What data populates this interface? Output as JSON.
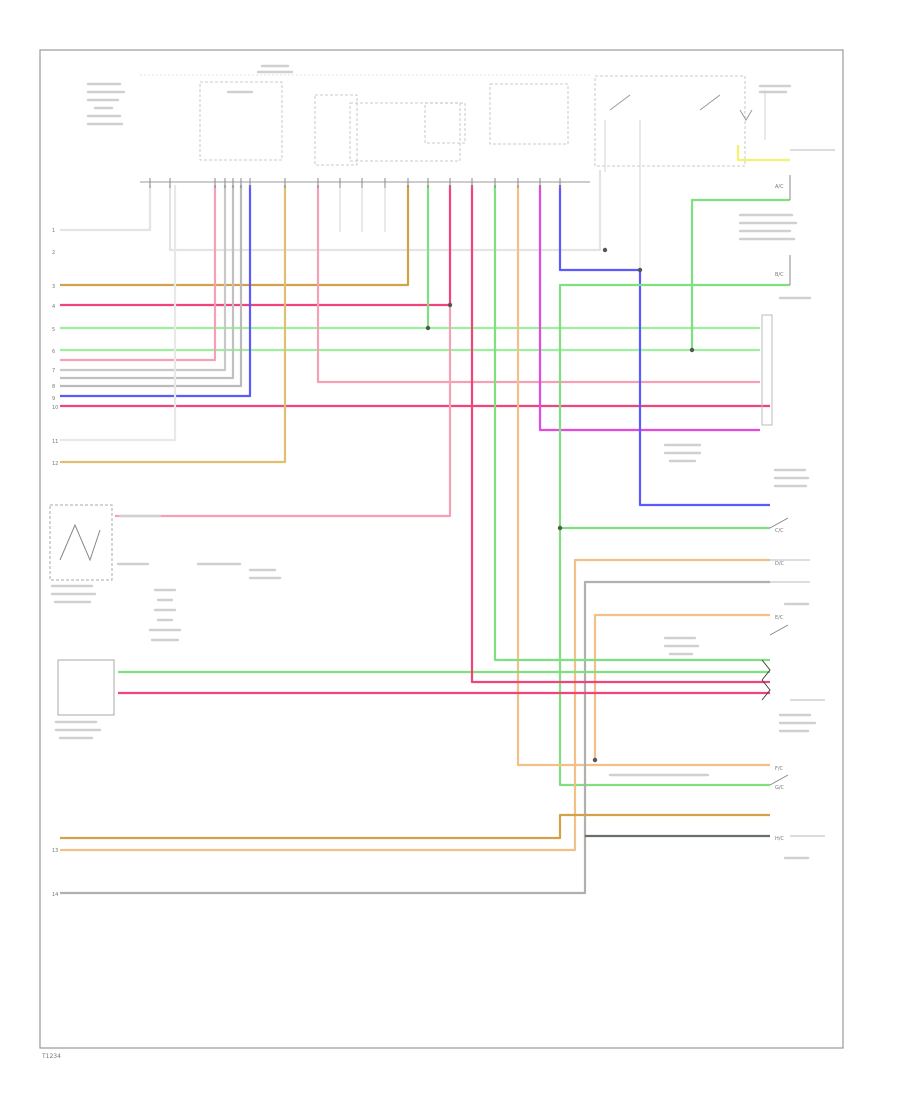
{
  "diagram": {
    "footer_code": "T1234",
    "wire_colors": {
      "white": "#e8e8e8",
      "gray": "#b8b8b8",
      "tan": "#d2a24a",
      "red": "#f0447a",
      "pink": "#f6a0b6",
      "green": "#7ee07e",
      "blue": "#5a5aff",
      "violet": "#e04ae0",
      "orange": "#f4c08a",
      "dark": "#667066",
      "yellow": "#f2f270",
      "frame": "#999999"
    },
    "left_pins": [
      "1",
      "2",
      "3",
      "4",
      "5",
      "6",
      "7",
      "8",
      "9",
      "10",
      "11",
      "12",
      "13",
      "14"
    ],
    "right_labels": [
      "A/C",
      "B/C",
      "C/C",
      "D/C",
      "E/C",
      "F/C",
      "G/C",
      "H/C"
    ]
  }
}
